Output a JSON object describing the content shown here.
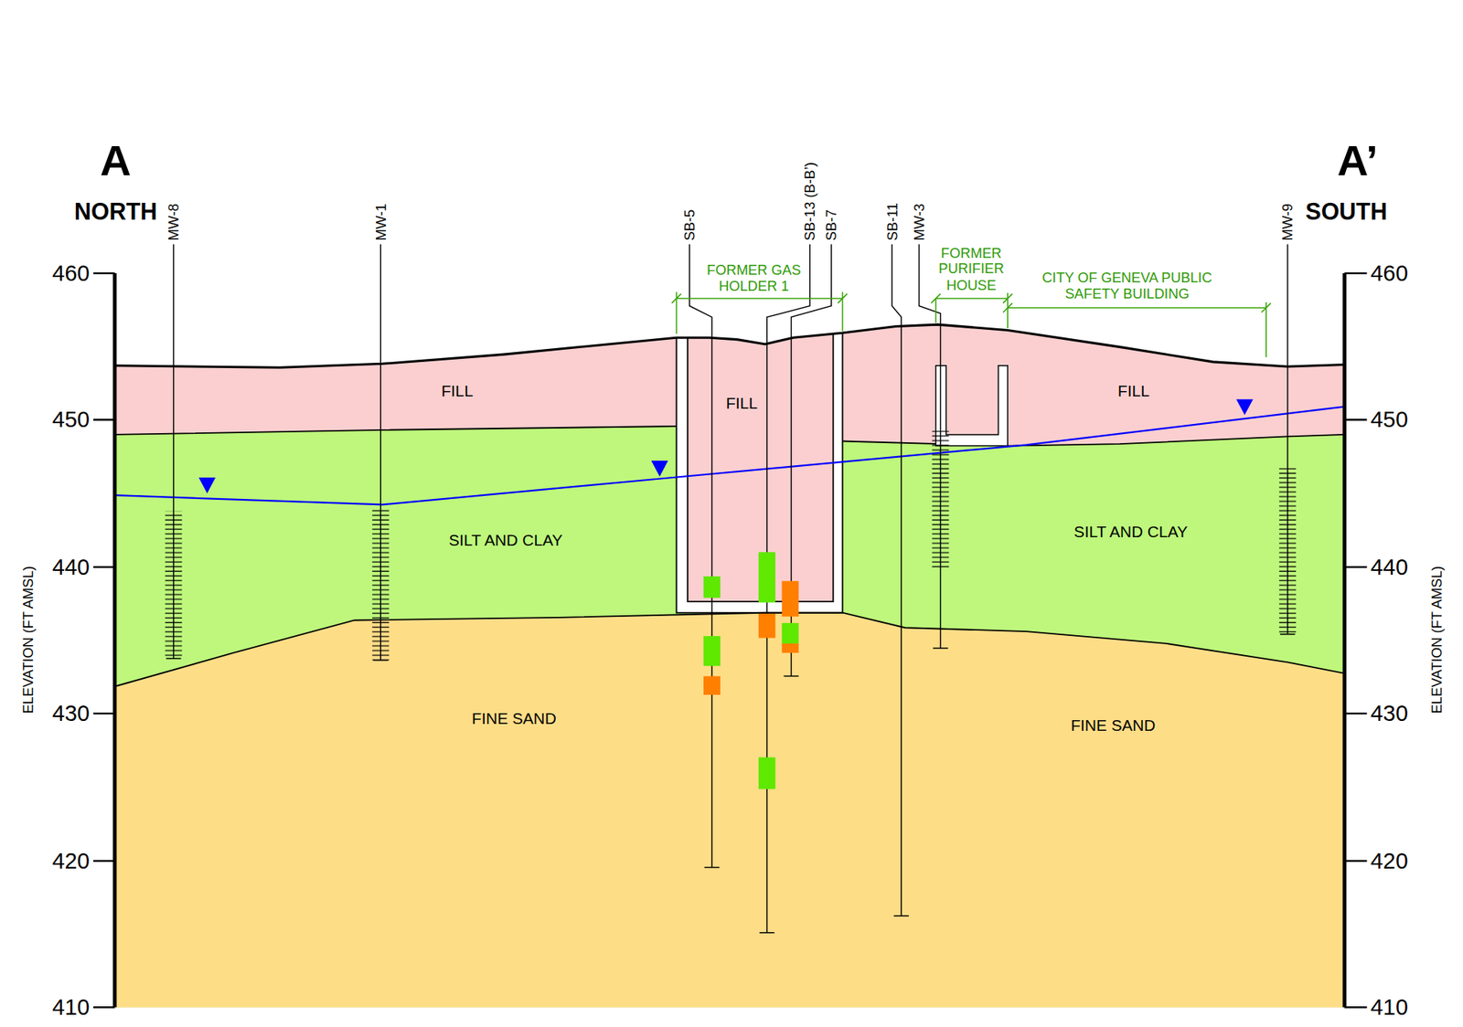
{
  "diagram": {
    "labels": [
      "A",
      "NORTH",
      "A’",
      "SOUTH",
      "MW-8",
      "MW-1",
      "SB-5",
      "SB-13 (B-B’)",
      "SB-7",
      "SB-11",
      "MW-3",
      "MW-9",
      "FORMER GAS HOLDER 1",
      "FORMER PURIFIER HOUSE",
      "CITY OF GENEVA PUBLIC SAFETY BUILDING",
      "FILL",
      "FILL",
      "FILL",
      "SILT AND CLAY",
      "SILT AND CLAY",
      "FINE SAND",
      "FINE SAND",
      "460",
      "450",
      "440",
      "430",
      "420",
      "410",
      "460",
      "450",
      "440",
      "430",
      "420",
      "410",
      "ELEVATION (FT AMSL)",
      "ELEVATION (FT AMSL)"
    ]
  }
}
